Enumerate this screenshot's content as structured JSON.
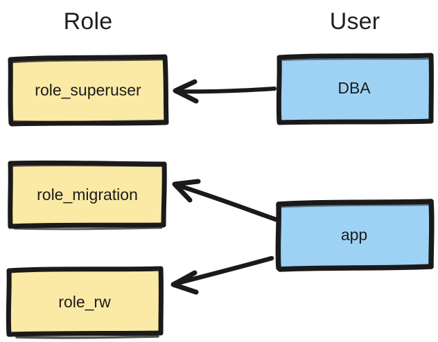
{
  "diagram": {
    "title_columns": {
      "role": "Role",
      "user": "User"
    },
    "colors": {
      "role_fill": "#fbeaa5",
      "user_fill": "#9ed2f5",
      "stroke": "#1a1a1a",
      "text": "#1b1b1b",
      "background": "#ffffff"
    },
    "nodes": [
      {
        "id": "role_superuser",
        "label": "role_superuser",
        "type": "role",
        "fill": "#fbeaa5"
      },
      {
        "id": "role_migration",
        "label": "role_migration",
        "type": "role",
        "fill": "#fbeaa5"
      },
      {
        "id": "role_rw",
        "label": "role_rw",
        "type": "role",
        "fill": "#fbeaa5"
      },
      {
        "id": "user_dba",
        "label": "DBA",
        "type": "user",
        "fill": "#9ed2f5"
      },
      {
        "id": "user_app",
        "label": "app",
        "type": "user",
        "fill": "#9ed2f5"
      }
    ],
    "edges": [
      {
        "id": "edge-dba-superuser",
        "from": "user_dba",
        "to": "role_superuser",
        "arrowhead": "to"
      },
      {
        "id": "edge-app-migration",
        "from": "user_app",
        "to": "role_migration",
        "arrowhead": "to"
      },
      {
        "id": "edge-app-rw",
        "from": "user_app",
        "to": "role_rw",
        "arrowhead": "to"
      }
    ]
  }
}
